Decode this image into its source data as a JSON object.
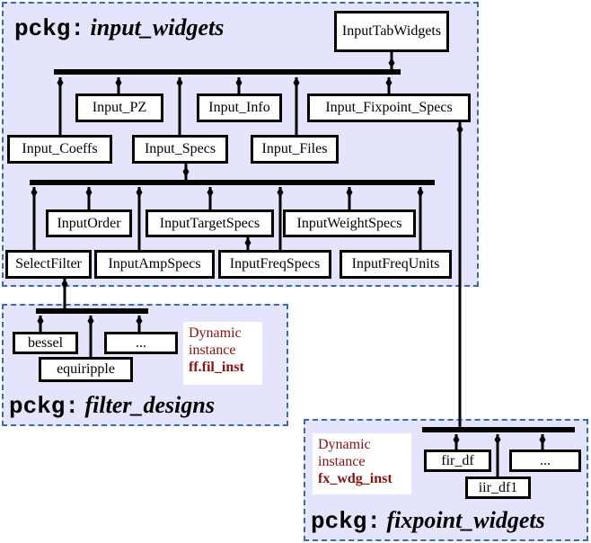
{
  "packages": {
    "input_widgets": {
      "keyword": "pckg:",
      "name": "input_widgets"
    },
    "filter_designs": {
      "keyword": "pckg:",
      "name": "filter_designs"
    },
    "fixpoint_widgets": {
      "keyword": "pckg:",
      "name": "fixpoint_widgets"
    }
  },
  "nodes": {
    "input_tab_widgets": "InputTabWidgets",
    "input_pz": "Input_PZ",
    "input_info": "Input_Info",
    "input_fixpoint_specs": "Input_Fixpoint_Specs",
    "input_coeffs": "Input_Coeffs",
    "input_specs": "Input_Specs",
    "input_files": "Input_Files",
    "input_order": "InputOrder",
    "input_target_specs": "InputTargetSpecs",
    "input_weight_specs": "InputWeightSpecs",
    "select_filter": "SelectFilter",
    "input_amp_specs": "InputAmpSpecs",
    "input_freq_specs": "InputFreqSpecs",
    "input_freq_units": "InputFreqUnits",
    "bessel": "bessel",
    "filter_more": "...",
    "equiripple": "equiripple",
    "fir_df": "fir_df",
    "fixpoint_more": "...",
    "iir_df1": "iir_df1"
  },
  "notes": {
    "filter_instance": {
      "line1": "Dynamic",
      "line2": "instance",
      "ref": "ff.fil_inst"
    },
    "fixpoint_instance": {
      "line1": "Dynamic",
      "line2": "instance",
      "ref": "fx_wdg_inst"
    }
  }
}
